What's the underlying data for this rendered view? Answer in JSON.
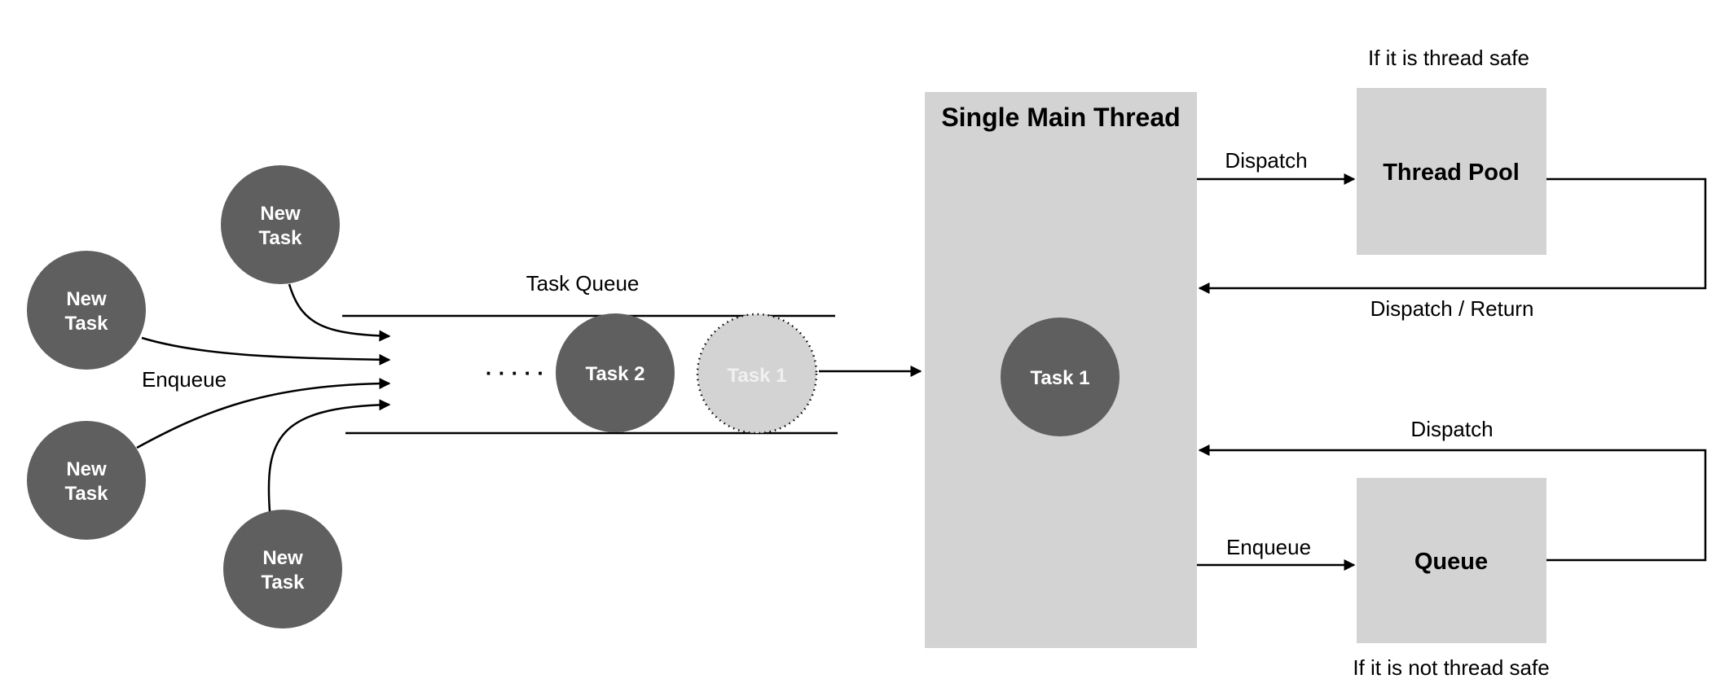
{
  "new_tasks": [
    {
      "line1": "New",
      "line2": "Task"
    },
    {
      "line1": "New",
      "line2": "Task"
    },
    {
      "line1": "New",
      "line2": "Task"
    },
    {
      "line1": "New",
      "line2": "Task"
    }
  ],
  "enqueue_label": "Enqueue",
  "task_queue": {
    "label": "Task Queue",
    "ellipsis": "· · · · ·",
    "task2": "Task 2",
    "task1": "Task 1"
  },
  "main_thread": {
    "title": "Single Main Thread",
    "task": "Task 1"
  },
  "thread_pool": {
    "label": "Thread Pool",
    "caption": "If it is thread safe",
    "dispatch_label": "Dispatch",
    "return_label": "Dispatch / Return"
  },
  "queue": {
    "label": "Queue",
    "caption": "If it is not thread safe",
    "enqueue_label": "Enqueue",
    "dispatch_label": "Dispatch"
  }
}
